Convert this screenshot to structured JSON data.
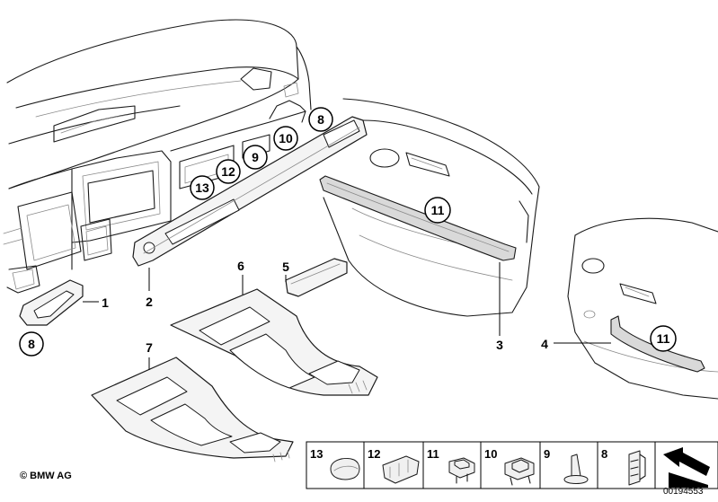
{
  "callouts": {
    "c1": "1",
    "c2": "2",
    "c3": "3",
    "c4": "4",
    "c5": "5",
    "c6": "6",
    "c7": "7",
    "c8a": "8",
    "c8b": "8",
    "c9": "9",
    "c10": "10",
    "c11a": "11",
    "c11b": "11",
    "c12": "12",
    "c13": "13"
  },
  "parts_strip": {
    "cells": [
      "13",
      "12",
      "11",
      "10",
      "9",
      "8"
    ]
  },
  "footer": {
    "copyright": "© BMW AG",
    "document_id": "00194553"
  }
}
